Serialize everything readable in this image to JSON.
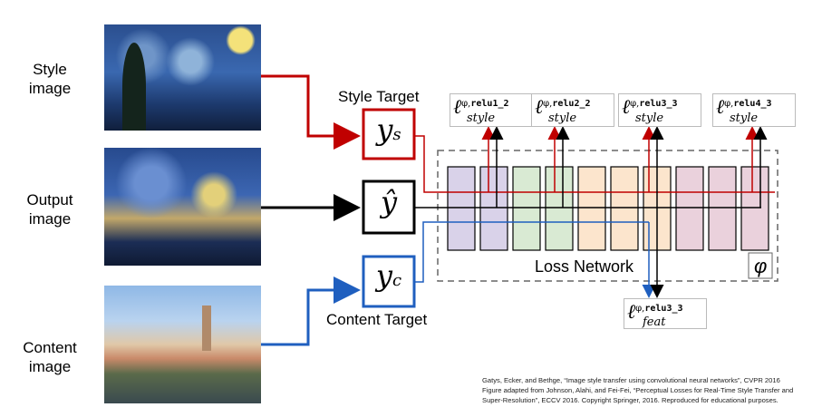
{
  "labels": {
    "style_image": "Style\nimage",
    "output_image": "Output\nimage",
    "content_image": "Content\nimage",
    "style_target": "Style Target",
    "content_target": "Content Target",
    "loss_network": "Loss Network",
    "phi": "φ"
  },
  "targets": {
    "style": {
      "sym": "y",
      "sub": "s"
    },
    "output": {
      "sym": "ŷ"
    },
    "content": {
      "sym": "y",
      "sub": "c"
    }
  },
  "style_losses": [
    {
      "layer": "relu1_2",
      "sub": "style"
    },
    {
      "layer": "relu2_2",
      "sub": "style"
    },
    {
      "layer": "relu3_3",
      "sub": "style"
    },
    {
      "layer": "relu4_3",
      "sub": "style"
    }
  ],
  "feat_loss": {
    "layer": "relu3_3",
    "sub": "feat"
  },
  "colors": {
    "red": "#c00000",
    "blue": "#1f5fbf",
    "black": "#000000",
    "layers": [
      "#d9d2e9",
      "#d9d2e9",
      "#d9ead3",
      "#d9ead3",
      "#fce5cd",
      "#fce5cd",
      "#fce5cd",
      "#ead1dc",
      "#ead1dc",
      "#ead1dc"
    ]
  },
  "credits": [
    "Gatys, Ecker, and Bethge, “Image style transfer using convolutional neural networks”, CVPR 2016",
    "Figure adapted from Johnson, Alahi, and Fei-Fei, “Perceptual Losses for Real-Time Style Transfer and",
    "Super-Resolution”, ECCV 2016. Copyright Springer, 2016. Reproduced for educational purposes."
  ]
}
